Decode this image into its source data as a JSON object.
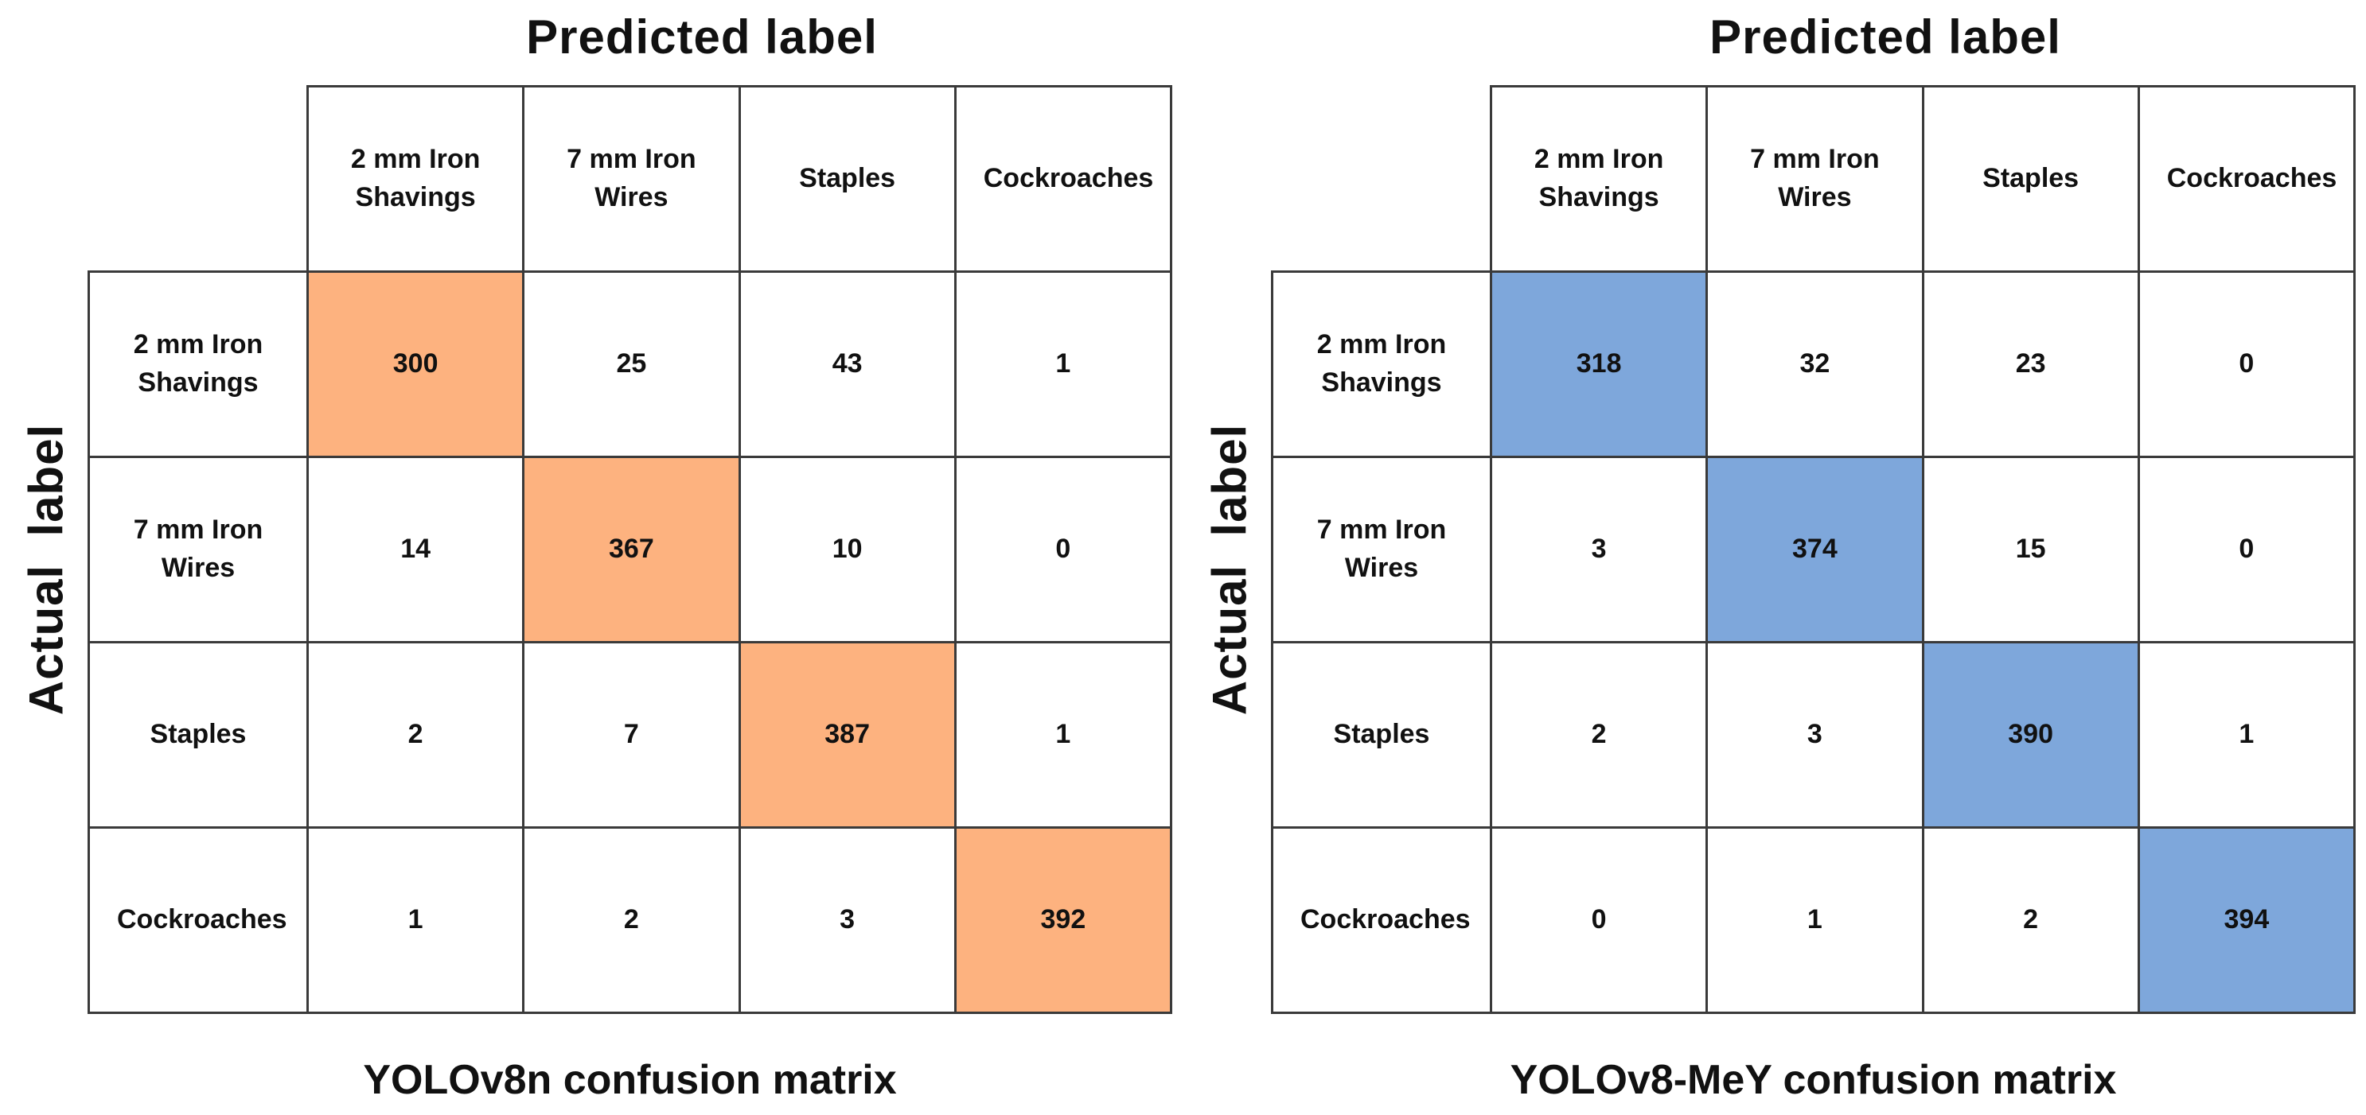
{
  "chart_data": [
    {
      "type": "heatmap",
      "title": "YOLOv8n confusion matrix",
      "xlabel": "Predicted label",
      "ylabel": "Actual  label",
      "categories": [
        "2 mm Iron Shavings",
        "7 mm Iron Wires",
        "Staples",
        "Cockroaches"
      ],
      "matrix": [
        [
          300,
          25,
          43,
          1
        ],
        [
          14,
          367,
          10,
          0
        ],
        [
          2,
          7,
          387,
          1
        ],
        [
          1,
          2,
          3,
          392
        ]
      ],
      "diagonal_color": "#FDB27F",
      "border_color": "#3A3A3A",
      "cell_background": "#FFFFFF"
    },
    {
      "type": "heatmap",
      "title": "YOLOv8-MeY confusion matrix",
      "xlabel": "Predicted label",
      "ylabel": "Actual  label",
      "categories": [
        "2 mm Iron Shavings",
        "7 mm Iron Wires",
        "Staples",
        "Cockroaches"
      ],
      "matrix": [
        [
          318,
          32,
          23,
          0
        ],
        [
          3,
          374,
          15,
          0
        ],
        [
          2,
          3,
          390,
          1
        ],
        [
          0,
          1,
          2,
          394
        ]
      ],
      "diagonal_color": "#7EA7DB",
      "border_color": "#3A3A3A",
      "cell_background": "#FFFFFF"
    }
  ]
}
